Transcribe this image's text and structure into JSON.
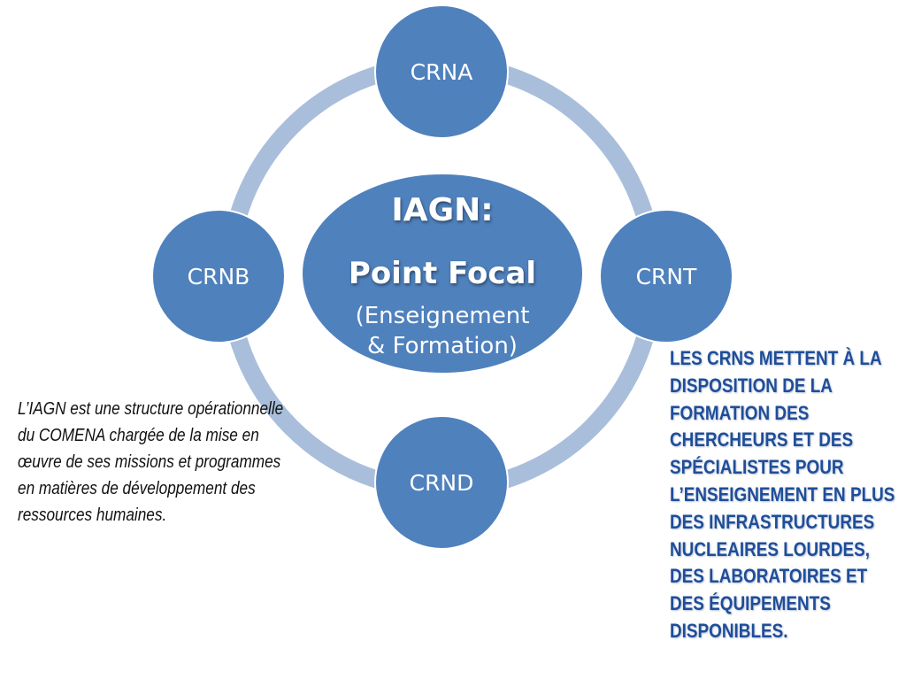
{
  "colors": {
    "node_fill": "#4f81bd",
    "ring": "#a9bedb",
    "right_text": "#1f4e99",
    "left_text": "#111111"
  },
  "nodes": {
    "top": "CRNA",
    "right": "CRNT",
    "bottom": "CRND",
    "left": "CRNB"
  },
  "center": {
    "title": "IAGN:",
    "subtitle": "Point Focal",
    "detail_line1": "(Enseignement",
    "detail_line2": "& Formation)"
  },
  "left_note": "L’IAGN est une  structure  opérationnelle du COMENA chargée de la mise en œuvre de ses missions et programmes en matières de développement des ressources humaines.",
  "right_note": "Les CRNs mettent à la disposition de la formation des chercheurs et des spécialistes pour l’enseignement en plus des infrastructures nucleaires lourdes, des laboratoires et des équipements disponibles."
}
